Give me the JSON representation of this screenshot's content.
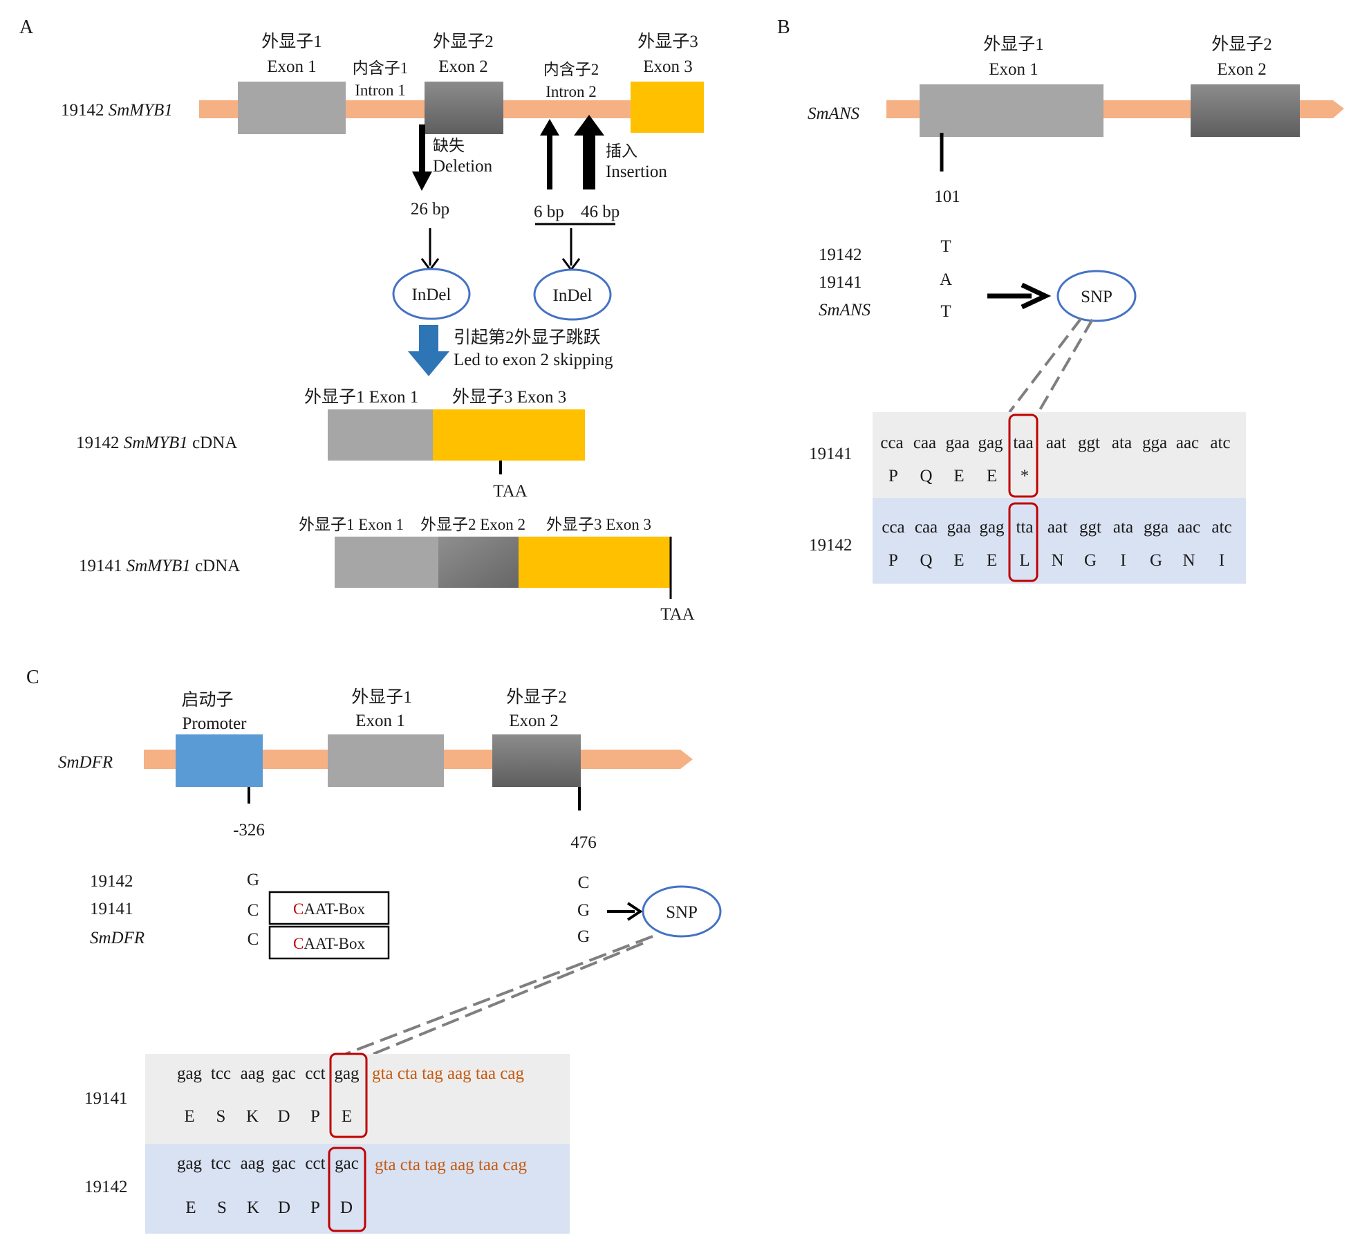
{
  "panelA": {
    "letter": "A",
    "gene_label_num": "19142",
    "gene_label_name": "SmMYB1",
    "exon1": {
      "cn": "外显子1",
      "en": "Exon 1"
    },
    "exon2": {
      "cn": "外显子2",
      "en": "Exon 2"
    },
    "exon3": {
      "cn": "外显子3",
      "en": "Exon 3"
    },
    "intron1": {
      "cn": "内含子1",
      "en": "Intron 1"
    },
    "intron2": {
      "cn": "内含子2",
      "en": "Intron 2"
    },
    "deletion": {
      "cn": "缺失",
      "en": "Deletion"
    },
    "insertion": {
      "cn": "插入",
      "en": "Insertion"
    },
    "del_size": "26 bp",
    "ins_size1": "6 bp",
    "ins_size2": "46 bp",
    "indel1": "InDel",
    "indel2": "InDel",
    "effect_cn": "引起第2外显子跳跃",
    "effect_en": "Led to exon 2 skipping",
    "cdna1_num": "19142",
    "cdna1_name": "SmMYB1",
    "cdna1_suffix": "cDNA",
    "cdna1_e1": "外显子1 Exon 1",
    "cdna1_e3": "外显子3 Exon 3",
    "cdna1_stop": "TAA",
    "cdna2_num": "19141",
    "cdna2_name": "SmMYB1",
    "cdna2_suffix": "cDNA",
    "cdna2_e1": "外显子1 Exon 1",
    "cdna2_e2": "外显子2 Exon 2",
    "cdna2_e3": "外显子3 Exon 3",
    "cdna2_stop": "TAA"
  },
  "panelB": {
    "letter": "B",
    "gene": "SmANS",
    "exon1": {
      "cn": "外显子1",
      "en": "Exon 1"
    },
    "exon2": {
      "cn": "外显子2",
      "en": "Exon 2"
    },
    "position": "101",
    "rows": [
      {
        "name": "19142",
        "base": "T"
      },
      {
        "name": "19141",
        "base": "A"
      },
      {
        "name": "SmANS",
        "base": "T"
      }
    ],
    "snp": "SNP",
    "seq_19141": {
      "label": "19141",
      "codons": [
        "cca",
        "caa",
        "gaa",
        "gag",
        "taa",
        "aat",
        "ggt",
        "ata",
        "gga",
        "aac",
        "atc"
      ],
      "aa": [
        "P",
        "Q",
        "E",
        "E",
        "*"
      ]
    },
    "seq_19142": {
      "label": "19142",
      "codons": [
        "cca",
        "caa",
        "gaa",
        "gag",
        "tta",
        "aat",
        "ggt",
        "ata",
        "gga",
        "aac",
        "atc"
      ],
      "aa": [
        "P",
        "Q",
        "E",
        "E",
        "L",
        "N",
        "G",
        "I",
        "G",
        "N",
        "I"
      ]
    }
  },
  "panelC": {
    "letter": "C",
    "gene": "SmDFR",
    "promoter": {
      "cn": "启动子",
      "en": "Promoter"
    },
    "exon1": {
      "cn": "外显子1",
      "en": "Exon 1"
    },
    "exon2": {
      "cn": "外显子2",
      "en": "Exon 2"
    },
    "pos1": "-326",
    "pos2": "476",
    "rows": [
      {
        "name": "19142",
        "b1": "G",
        "b2": "C"
      },
      {
        "name": "19141",
        "b1": "C",
        "b2": "G"
      },
      {
        "name": "SmDFR",
        "b1": "C",
        "b2": "G"
      }
    ],
    "box_first": "C",
    "box_rest": "AAT-Box",
    "snp": "SNP",
    "seq_19141": {
      "label": "19141",
      "codons": [
        "gag",
        "tcc",
        "aag",
        "gac",
        "cct",
        "gag"
      ],
      "tail": "gta cta tag aag taa cag",
      "aa": [
        "E",
        "S",
        "K",
        "D",
        "P",
        "E"
      ]
    },
    "seq_19142": {
      "label": "19142",
      "codons": [
        "gag",
        "tcc",
        "aag",
        "gac",
        "cct",
        "gac"
      ],
      "tail": "gta cta tag aag taa cag",
      "aa": [
        "E",
        "S",
        "K",
        "D",
        "P",
        "D"
      ]
    }
  },
  "colors": {
    "backbone": "#f5b184",
    "exon_light": "#a6a6a6",
    "exon_yellow": "#ffc000",
    "promoter": "#5b9bd5",
    "ellipse": "#4472c4",
    "arrow_blue": "#2e75b6",
    "highlight": "#c00000",
    "tail_orange": "#c55a11",
    "seq_bg_gray": "#ededed",
    "seq_bg_blue": "#d9e2f3"
  }
}
